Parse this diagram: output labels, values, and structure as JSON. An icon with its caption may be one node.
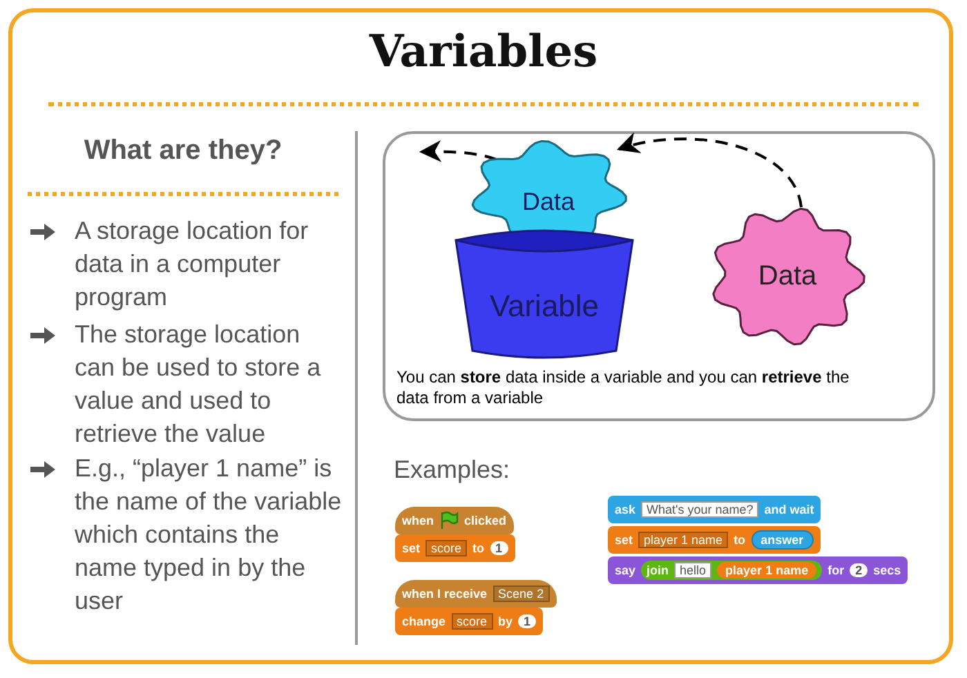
{
  "diagram": {
    "title": "Variables",
    "nodes": [
      {
        "text": [
          "Variable"
        ]
      },
      {
        "text": [
          "Data"
        ]
      },
      {
        "text": [
          "Data"
        ]
      },
      {
        "text": [
          "when",
          "clicked"
        ]
      },
      {
        "text": [
          "set",
          "score",
          "to",
          "1"
        ]
      },
      {
        "text": [
          "when I receive",
          "Scene 2"
        ]
      },
      {
        "text": [
          "change",
          "score",
          "by",
          "1"
        ]
      },
      {
        "text": [
          "ask",
          "What's your name?",
          "and wait"
        ]
      },
      {
        "text": [
          "set",
          "player 1 name",
          "to",
          "answer"
        ]
      },
      {
        "text": [
          "say",
          "join",
          "hello",
          "player 1 name",
          "for",
          "2",
          "secs"
        ]
      }
    ],
    "edges": [
      {
        "from": 2,
        "to": 1,
        "arrow": "to",
        "style": "dashed"
      },
      {
        "from": 1,
        "to": null,
        "arrow": "to",
        "style": "dashed"
      }
    ],
    "labels": [
      "What are they?",
      "A storage location for data in a computer program",
      "The storage location can be used to store a value and used to retrieve the value",
      "E.g., “player 1 name” is the name of the variable which contains the name typed in by the user",
      "You can **store** data inside a variable and you can **retrieve** the data from a variable",
      "Examples:"
    ]
  }
}
